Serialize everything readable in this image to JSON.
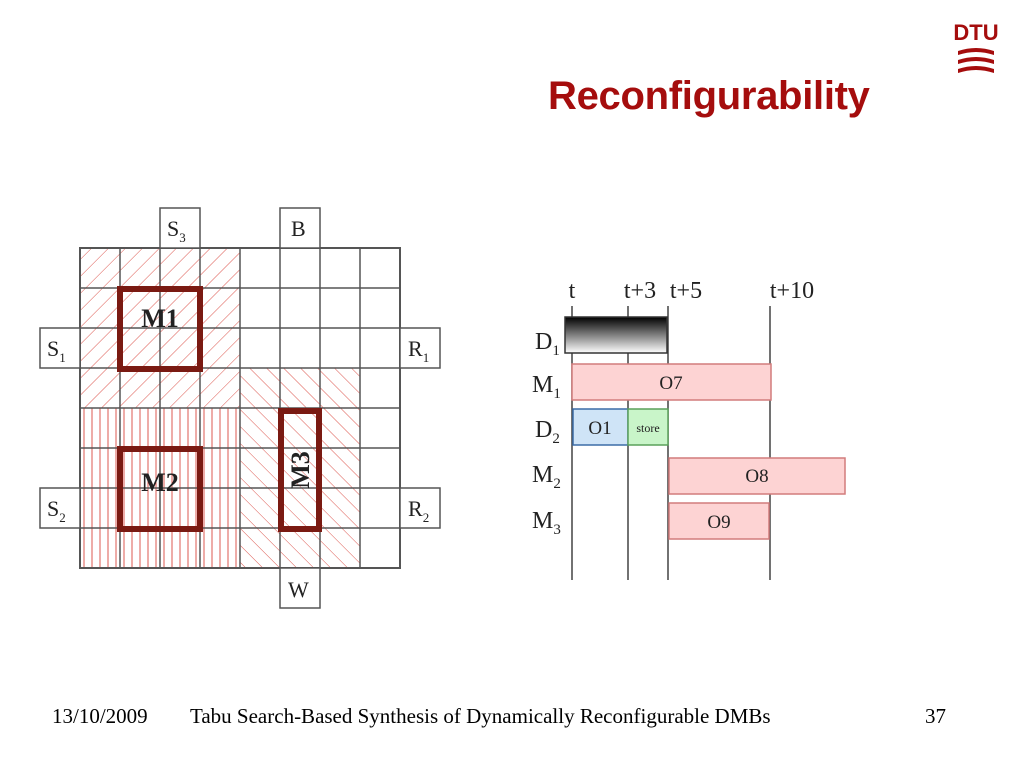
{
  "slide": {
    "title": "Reconfigurability",
    "footer_date": "13/10/2009",
    "footer_title": "Tabu Search-Based Synthesis of Dynamically Reconfigurable DMBs",
    "page_number": "37"
  },
  "logo": {
    "text": "DTU",
    "icon": "dtu-wave-logo-icon"
  },
  "grid": {
    "modules": [
      "M1",
      "M2",
      "M3"
    ],
    "ports": {
      "S3": "S",
      "S3_sub": "3",
      "B": "B",
      "S1": "S",
      "S1_sub": "1",
      "R1": "R",
      "R1_sub": "1",
      "S2": "S",
      "S2_sub": "2",
      "R2": "R",
      "R2_sub": "2",
      "W": "W"
    }
  },
  "schedule": {
    "time_labels": [
      "t",
      "t+3",
      "t+5",
      "t+10"
    ],
    "rows": [
      {
        "name": "D",
        "sub": "1"
      },
      {
        "name": "M",
        "sub": "1"
      },
      {
        "name": "D",
        "sub": "2"
      },
      {
        "name": "M",
        "sub": "2"
      },
      {
        "name": "M",
        "sub": "3"
      }
    ],
    "ops": [
      "O7",
      "O1",
      "store",
      "O8",
      "O9"
    ],
    "colors": {
      "op_red": "#fdd3d3",
      "op_blue": "#cfe4f7",
      "op_green": "#c9f5c9",
      "module_border": "#7a1a12",
      "hatch": "#d9453c"
    }
  }
}
